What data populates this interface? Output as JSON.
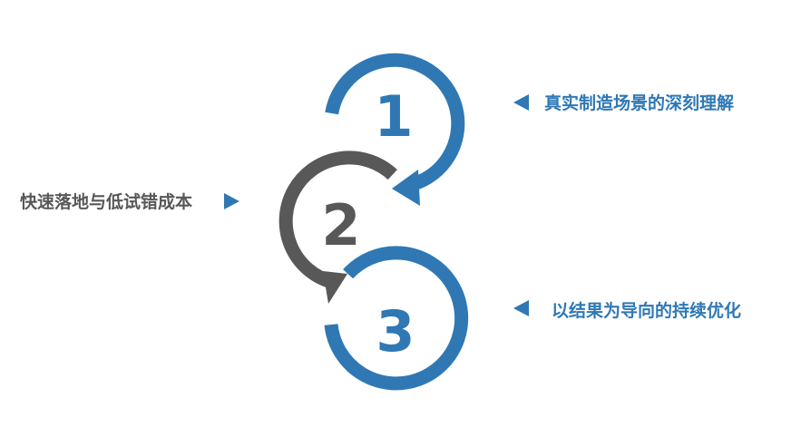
{
  "colors": {
    "blue": "#2f78b4",
    "gray": "#585858",
    "background": "#ffffff"
  },
  "steps": [
    {
      "number": "1",
      "label": "真实制造场景的深刻理解",
      "color": "#2f78b4",
      "pointer": "left-triangle"
    },
    {
      "number": "2",
      "label": "快速落地与低试错成本",
      "color": "#585858",
      "pointer": "right-triangle"
    },
    {
      "number": "3",
      "label": "以结果为导向的持续优化",
      "color": "#2f78b4",
      "pointer": "left-triangle"
    }
  ]
}
